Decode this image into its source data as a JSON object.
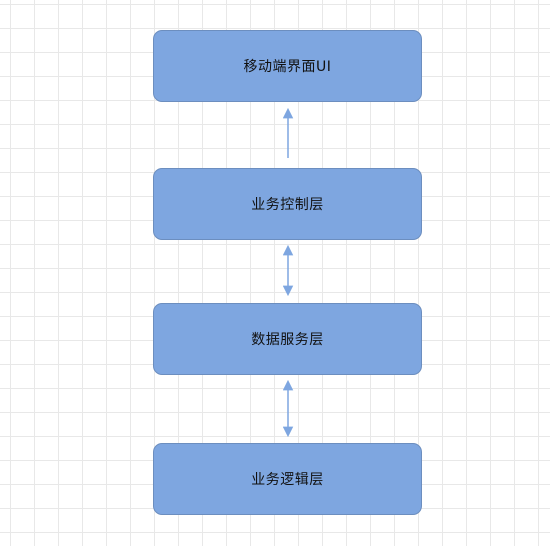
{
  "diagram": {
    "nodes": [
      {
        "id": "mobile-ui",
        "label": "移动端界面UI"
      },
      {
        "id": "business-control",
        "label": "业务控制层"
      },
      {
        "id": "data-service",
        "label": "数据服务层"
      },
      {
        "id": "business-logic",
        "label": "业务逻辑层"
      }
    ],
    "edges": [
      {
        "from": "business-control",
        "to": "mobile-ui",
        "direction": "single"
      },
      {
        "from": "business-control",
        "to": "data-service",
        "direction": "both"
      },
      {
        "from": "data-service",
        "to": "business-logic",
        "direction": "both"
      }
    ],
    "colors": {
      "node_fill": "#7ea6e0",
      "node_border": "#6c8ebf",
      "connector": "#7ea6e0",
      "grid": "#e8e8e8",
      "background": "#ffffff"
    }
  }
}
